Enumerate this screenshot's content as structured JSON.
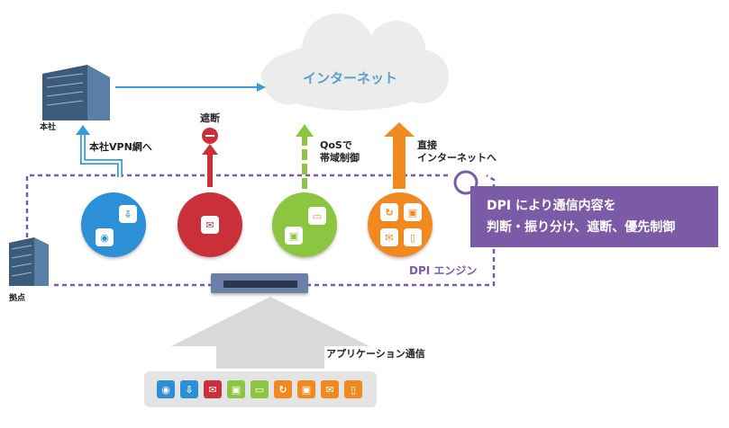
{
  "cloud": {
    "label": "インターネット"
  },
  "hq": {
    "label": "本社",
    "vpn_label": "本社VPN網へ"
  },
  "branch": {
    "label": "拠点"
  },
  "block": {
    "label": "遮断"
  },
  "qos": {
    "label_line1": "QoSで",
    "label_line2": "帯域制御"
  },
  "direct": {
    "label_line1": "直接",
    "label_line2": "インターネットへ"
  },
  "dpi": {
    "line1": "DPI により通信内容を",
    "line2": "判断・振り分け、遮断、優先制御",
    "engine_label": "DPI エンジン"
  },
  "app": {
    "label": "アプリケーション通信"
  },
  "colors": {
    "blue": "#2d8fd6",
    "red": "#c9303a",
    "green": "#8cc641",
    "orange": "#f08a20",
    "purple": "#7b5aa6",
    "cloud": "#ececec"
  },
  "tiles": [
    "user-icon",
    "download-icon",
    "chat-icon",
    "monitor-icon",
    "folder-icon",
    "refresh-icon",
    "screen-share-icon",
    "mail-icon",
    "document-icon"
  ]
}
